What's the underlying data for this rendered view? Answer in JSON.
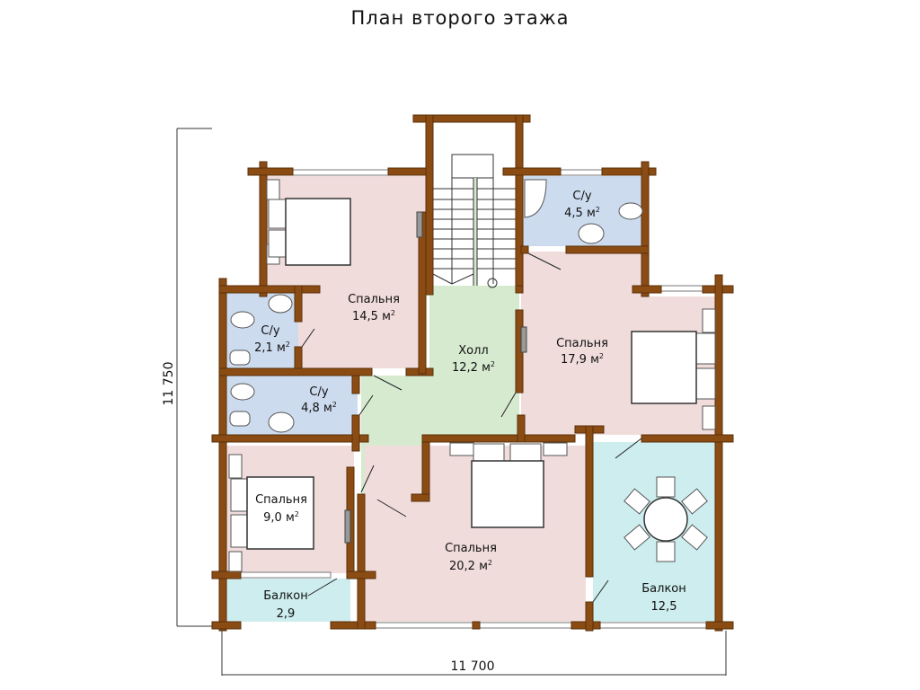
{
  "title": "План второго этажа",
  "dimensions": {
    "width_label": "11 700",
    "height_label": "11 750"
  },
  "colors": {
    "wall": "#8b4c14",
    "bedroom": "#f1dcdc",
    "bathroom": "#ccdbee",
    "hall": "#d6ead0",
    "balcony": "#cdedee"
  },
  "rooms": [
    {
      "id": "bedroom-14-5",
      "name": "Спальня",
      "area": "14,5",
      "unit": "м",
      "sup": "2"
    },
    {
      "id": "bath-2-1",
      "name": "С/у",
      "area": "2,1",
      "unit": "м",
      "sup": "2"
    },
    {
      "id": "bath-4-8",
      "name": "С/у",
      "area": "4,8",
      "unit": "м",
      "sup": "2"
    },
    {
      "id": "bath-4-5",
      "name": "С/у",
      "area": "4,5",
      "unit": "м",
      "sup": "2"
    },
    {
      "id": "hall",
      "name": "Холл",
      "area": "12,2",
      "unit": "м",
      "sup": "2"
    },
    {
      "id": "bedroom-17-9",
      "name": "Спальня",
      "area": "17,9",
      "unit": "м",
      "sup": "2"
    },
    {
      "id": "bedroom-9-0",
      "name": "Спальня",
      "area": "9,0",
      "unit": "м",
      "sup": "2"
    },
    {
      "id": "bedroom-20-2",
      "name": "Спальня",
      "area": "20,2",
      "unit": "м",
      "sup": "2"
    },
    {
      "id": "balcony-2-9",
      "name": "Балкон",
      "area": "2,9",
      "unit": "",
      "sup": ""
    },
    {
      "id": "balcony-12-5",
      "name": "Балкон",
      "area": "12,5",
      "unit": "",
      "sup": ""
    }
  ]
}
